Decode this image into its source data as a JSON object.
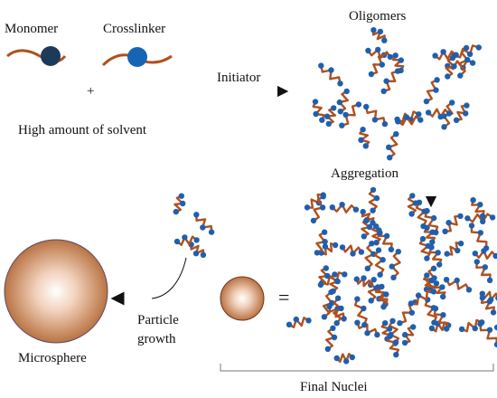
{
  "labels": {
    "monomer": "Monomer",
    "crosslinker": "Crosslinker",
    "plus": "+",
    "solvent": "High amount of solvent",
    "initiator": "Initiator",
    "oligomers": "Oligomers",
    "aggregation": "Aggregation",
    "equals": "=",
    "particle": "Particle",
    "growth": "growth",
    "microsphere": "Microsphere",
    "final_nuclei": "Final Nuclei"
  },
  "colors": {
    "chain": "#b0501c",
    "monomer_bead": "#1e3a5a",
    "crosslinker_bead": "#1565b5",
    "node": "#1f5fae",
    "sphere_highlight": "#ffffff",
    "sphere_shadow": "#b0642f",
    "arrow": "#111111"
  }
}
